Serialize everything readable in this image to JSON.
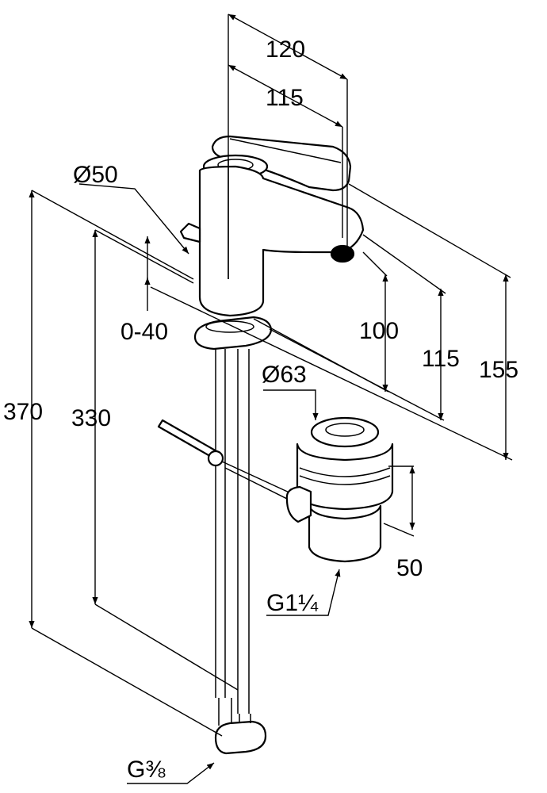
{
  "labels": {
    "d120": "120",
    "d115_top": "115",
    "d50_dia": "Ø50",
    "d0_40": "0-40",
    "d100": "100",
    "d115_right": "115",
    "d155": "155",
    "d63_dia": "Ø63",
    "d370": "370",
    "d330": "330",
    "d50": "50",
    "g1_1_4": "G1¼",
    "g3_8": "G⅜"
  }
}
